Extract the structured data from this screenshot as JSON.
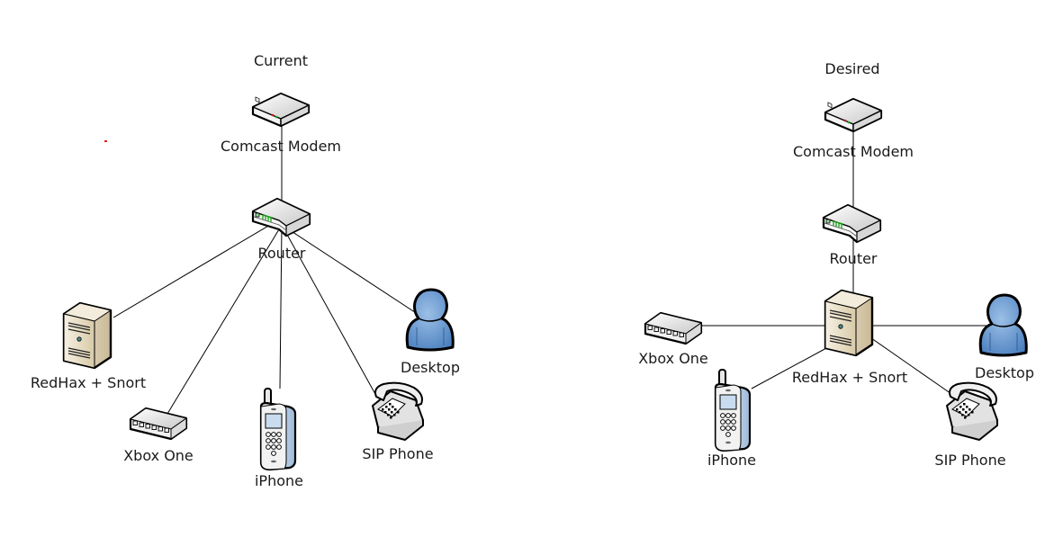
{
  "diagrams": [
    {
      "id": "current",
      "title": "Current",
      "nodes": {
        "modem": {
          "label": "Comcast Modem",
          "type": "modem"
        },
        "router": {
          "label": "Router",
          "type": "router"
        },
        "server": {
          "label": "RedHax + Snort",
          "type": "server"
        },
        "xbox": {
          "label": "Xbox One",
          "type": "switch"
        },
        "iphone": {
          "label": "iPhone",
          "type": "cellphone"
        },
        "sip": {
          "label": "SIP Phone",
          "type": "telephone"
        },
        "desktop": {
          "label": "Desktop",
          "type": "user"
        }
      },
      "edges": [
        [
          "modem",
          "router"
        ],
        [
          "router",
          "server"
        ],
        [
          "router",
          "xbox"
        ],
        [
          "router",
          "iphone"
        ],
        [
          "router",
          "sip"
        ],
        [
          "router",
          "desktop"
        ]
      ]
    },
    {
      "id": "desired",
      "title": "Desired",
      "nodes": {
        "modem": {
          "label": "Comcast Modem",
          "type": "modem"
        },
        "router": {
          "label": "Router",
          "type": "router"
        },
        "server": {
          "label": "RedHax + Snort",
          "type": "server"
        },
        "xbox": {
          "label": "Xbox One",
          "type": "switch"
        },
        "iphone": {
          "label": "iPhone",
          "type": "cellphone"
        },
        "sip": {
          "label": "SIP Phone",
          "type": "telephone"
        },
        "desktop": {
          "label": "Desktop",
          "type": "user"
        }
      },
      "edges": [
        [
          "modem",
          "router"
        ],
        [
          "router",
          "server"
        ],
        [
          "server",
          "xbox"
        ],
        [
          "server",
          "desktop"
        ],
        [
          "server",
          "iphone"
        ],
        [
          "server",
          "sip"
        ]
      ]
    }
  ],
  "colors": {
    "user_blue": "#5b8fc9",
    "server_beige": "#e9dfc9",
    "phone_screen": "#c9dcef",
    "router_led_green": "#1fa51f",
    "stray_mark": "#e02020"
  }
}
